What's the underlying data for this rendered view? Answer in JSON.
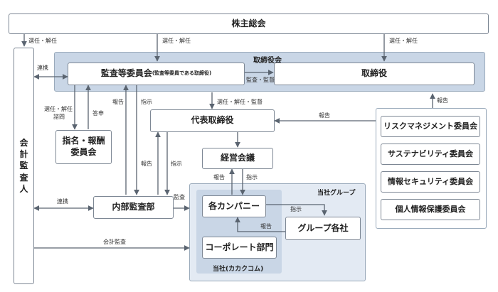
{
  "nodes": {
    "shareholders": "株主総会",
    "auditor_line1": "会",
    "auditor_line2": "計",
    "auditor_line3": "監",
    "auditor_line4": "査",
    "auditor_line5": "人",
    "board_group": "取締役会",
    "audit_committee": "監査等委員会",
    "audit_committee_note": "(監査等委員である取締役)",
    "directors": "取締役",
    "nomination_committee_line1": "指名・報酬",
    "nomination_committee_line2": "委員会",
    "representative_director": "代表取締役",
    "management_meeting": "経営会議",
    "internal_audit": "内部監査部",
    "company_group": "当社グループ",
    "companies": "各カンパニー",
    "group_companies": "グループ各社",
    "corporate_division": "コーポレート部門",
    "kakakucom": "当社(カカクコム)",
    "risk_committee": "リスクマネジメント委員会",
    "sustainability_committee": "サステナビリティ委員会",
    "infosec_committee": "情報セキュリティ委員会",
    "privacy_committee": "個人情報保護委員会"
  },
  "edges": {
    "elect_dismiss_1": "選任・解任",
    "elect_dismiss_2": "選任・解任",
    "elect_dismiss_3": "選任・解任",
    "liaison_top": "連携",
    "audit_supervise": "監査・監督",
    "report_ac": "報告",
    "instruct_ac": "指示",
    "elect_consult_line1": "選任・解任",
    "elect_consult_line2": "諮問",
    "recommend": "答申",
    "elect_dismiss_supervise": "選任・解任・監督",
    "report_committees_rep": "報告",
    "report_committees_dir": "報告",
    "report_ia_rep": "報告",
    "instruct_rep_ia": "指示",
    "report_cmp_mgmt": "報告",
    "instruct_mgmt_cmp": "指示",
    "liaison_bottom": "連携",
    "audit_ia": "監査",
    "instruct_group": "指示",
    "report_group": "報告",
    "accounting_audit": "会計監査"
  }
}
